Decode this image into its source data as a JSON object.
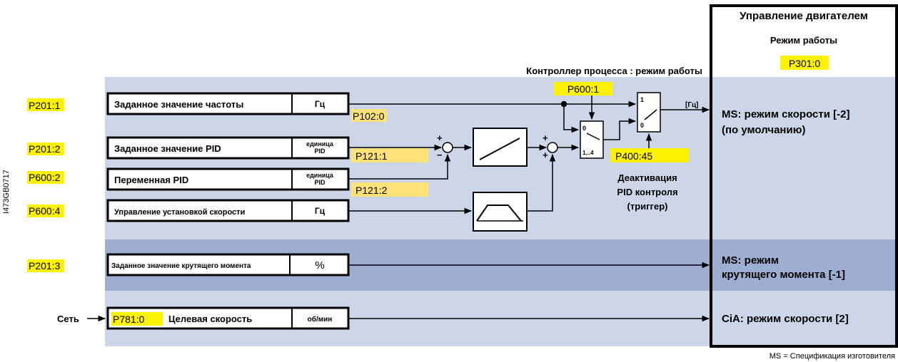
{
  "colors": {
    "band_light": "#cdd6e8",
    "band_dark": "#9eaed0",
    "parameter_highlight": "#fff200",
    "parameter_highlight_soft": "#fde27a",
    "line": "#000000",
    "box_fill": "#ffffff"
  },
  "side_code": "I473GB0717",
  "motor_panel": {
    "title": "Управление двигателем",
    "subtitle": "Режим работы",
    "param": "P301:0",
    "modes": {
      "speed_ms_1": "MS: режим скорости [-2]",
      "speed_ms_2": "(по умолчанию)",
      "torque_1": "MS: режим",
      "torque_2": "крутящего момента [-1]",
      "cia": "CiA: режим скорости [2]"
    }
  },
  "process_controller": {
    "title": "Контроллер процесса : режим работы",
    "param": "P600:1",
    "selector_in_top": "0",
    "selector_in_bottom": "1...4",
    "switch_top": "1",
    "switch_bottom": "0",
    "unit_out": "[Гц]"
  },
  "pid_deactivation": {
    "param": "P400:45",
    "line1": "Деактивация",
    "line2": "PID контроля",
    "line3": "(триггер)"
  },
  "rows": [
    {
      "param": "P201:1",
      "label": "Заданное значение частоты",
      "unit": "Гц",
      "out_param": "P102:0"
    },
    {
      "param": "P201:2",
      "label": "Заданное значение PID",
      "unit_line1": "единица",
      "unit_line2": "PID",
      "out_param": "P121:1"
    },
    {
      "param": "P600:2",
      "label": "Переменная PID",
      "unit_line1": "единица",
      "unit_line2": "PID",
      "out_param": "P121:2"
    },
    {
      "param": "P600:4",
      "label": "Управление установкой скорости",
      "unit": "Гц"
    },
    {
      "param": "P201:3",
      "label": "Заданное значение крутящего момента",
      "unit": "%"
    },
    {
      "source": "Сеть",
      "param": "P781:0",
      "label": "Целевая скорость",
      "unit": "об/мин"
    }
  ],
  "summing_signs": {
    "plus": "+",
    "minus": "−"
  },
  "footnote": "MS = Спецификация изготовителя"
}
